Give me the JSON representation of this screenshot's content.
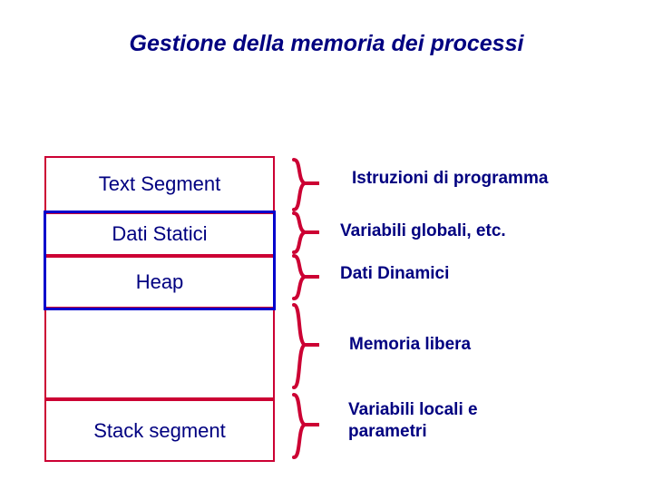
{
  "slide": {
    "title": "Gestione della memoria dei processi",
    "title_color": "#000080",
    "segment_border_color": "#cc0033",
    "highlight_color": "#0000cc",
    "brace_color": "#cc0033",
    "segments": [
      {
        "name": "text-segment",
        "label": "Text Segment"
      },
      {
        "name": "dati-statici",
        "label": "Dati Statici"
      },
      {
        "name": "heap",
        "label": "Heap"
      },
      {
        "name": "free-memory",
        "label": ""
      },
      {
        "name": "gap",
        "label": ""
      },
      {
        "name": "stack-segment",
        "label": "Stack segment"
      }
    ],
    "annotations": [
      {
        "name": "istruzioni",
        "label": "Istruzioni di programma"
      },
      {
        "name": "variabili-glob",
        "label": "Variabili globali, etc."
      },
      {
        "name": "dati-dinamici",
        "label": "Dati Dinamici"
      },
      {
        "name": "memoria-libera",
        "label": "Memoria libera"
      },
      {
        "name": "variabili-loc-1",
        "label": "Variabili locali e"
      },
      {
        "name": "variabili-loc-2",
        "label": "parametri"
      }
    ]
  }
}
